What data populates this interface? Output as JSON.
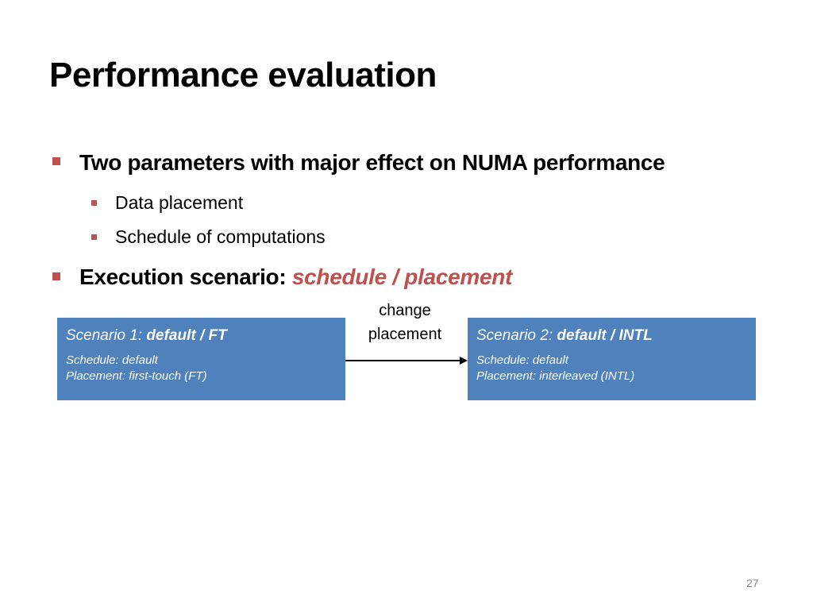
{
  "slide": {
    "title": "Performance evaluation",
    "page_number": "27"
  },
  "bullets": [
    {
      "text": "Two parameters with major effect on NUMA performance",
      "sub": [
        "Data placement",
        "Schedule of computations"
      ]
    },
    {
      "text": "Execution scenario: ",
      "accent": "schedule / placement"
    }
  ],
  "diagram": {
    "arrow_label_line1": "change",
    "arrow_label_line2": "placement",
    "scenario1": {
      "prefix": "Scenario 1: ",
      "name": "default / FT",
      "schedule": "Schedule: default",
      "placement": "Placement: first-touch (FT)"
    },
    "scenario2": {
      "prefix": "Scenario 2: ",
      "name": "default / INTL",
      "schedule": "Schedule: default",
      "placement": "Placement: interleaved (INTL)"
    }
  },
  "colors": {
    "accent": "#c0504d",
    "box_fill": "#4f81bd"
  }
}
